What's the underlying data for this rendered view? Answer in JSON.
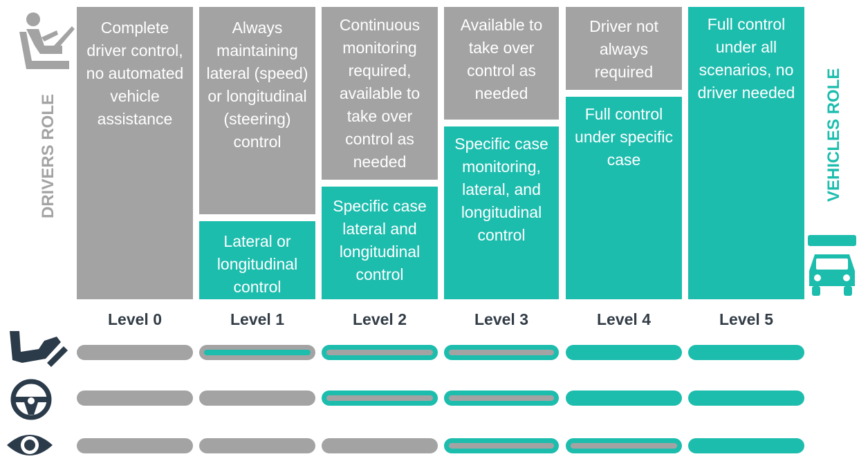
{
  "side_labels": {
    "driver": "DRIVERS ROLE",
    "vehicle": "VEHICLES ROLE"
  },
  "levels": [
    "Level 0",
    "Level 1",
    "Level 2",
    "Level 3",
    "Level 4",
    "Level 5"
  ],
  "driver_role": [
    "Complete driver control, no automated vehicle assistance",
    "Always maintaining lateral (speed) or longitudinal (steering) control",
    "Continuous monitoring required, available to take over control as needed",
    "Available to take over control as needed",
    "Driver not always required",
    ""
  ],
  "vehicle_role": [
    "",
    "Lateral or longitudinal control",
    "Specific case lateral and longitudinal control",
    "Specific case monitoring, lateral, and longitudinal control",
    "Full control under specific case",
    "Full control under all scenarios, no driver needed"
  ],
  "colors": {
    "driver": "#a3a3a3",
    "vehicle": "#1dbdae",
    "text_dark": "#333d47",
    "icon_dark": "#2b3b4a"
  },
  "control_rows": [
    {
      "icon": "pedal-foot-icon",
      "states": [
        "driver",
        "shared-driver",
        "shared-vehicle",
        "shared-vehicle",
        "vehicle",
        "vehicle"
      ]
    },
    {
      "icon": "steering-wheel-icon",
      "states": [
        "driver",
        "driver",
        "shared-vehicle",
        "shared-vehicle",
        "vehicle",
        "vehicle"
      ]
    },
    {
      "icon": "eye-icon",
      "states": [
        "driver",
        "driver",
        "driver",
        "shared-vehicle",
        "shared-vehicle",
        "vehicle"
      ]
    }
  ]
}
